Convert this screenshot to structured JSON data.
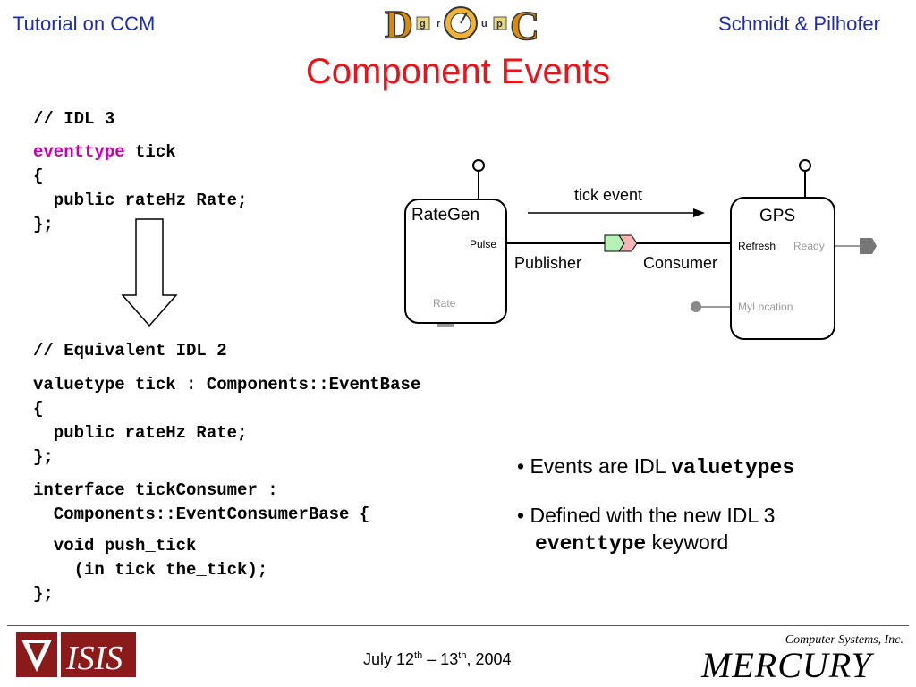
{
  "header": {
    "left": "Tutorial on CCM",
    "right": "Schmidt & Pilhofer",
    "logo_letters": [
      "D",
      "g",
      "r",
      "O",
      "u",
      "p",
      "C"
    ]
  },
  "title": "Component Events",
  "idl3": {
    "comment": "// IDL 3",
    "keyword": "eventtype",
    "name": " tick",
    "lines": [
      "{",
      "  public rateHz Rate;",
      "};"
    ]
  },
  "idl2": {
    "comment": "// Equivalent IDL 2",
    "lines": [
      "valuetype tick : Components::EventBase",
      "{",
      "  public rateHz Rate;",
      "};",
      "interface tickConsumer :",
      "  Components::EventConsumerBase {",
      "  void push_tick",
      "    (in tick the_tick);",
      "};"
    ]
  },
  "diagram": {
    "rategen": "RateGen",
    "gps": "GPS",
    "pulse": "Pulse",
    "rate": "Rate",
    "refresh": "Refresh",
    "ready": "Ready",
    "mylocation": "MyLocation",
    "tick_event": "tick event",
    "publisher": "Publisher",
    "consumer": "Consumer"
  },
  "bullets": [
    {
      "text": "Events are IDL ",
      "code": "valuetypes",
      "after": ""
    },
    {
      "text": "Defined with the new IDL 3 ",
      "code": "eventtype",
      "after": " keyword"
    }
  ],
  "footer": {
    "date_prefix": "July 12",
    "sup1": "th",
    "date_mid": " – 13",
    "sup2": "th",
    "date_suffix": ", 2004",
    "left_logo_text": "ISIS",
    "right_logo_sub": "Computer Systems, Inc.",
    "right_logo_main": "MERCURY"
  },
  "colors": {
    "header_blue": "#1f2bb3",
    "title_red": "#e8131b",
    "keyword_magenta": "#cc00aa",
    "footer_maroon": "#8b1a1a"
  }
}
